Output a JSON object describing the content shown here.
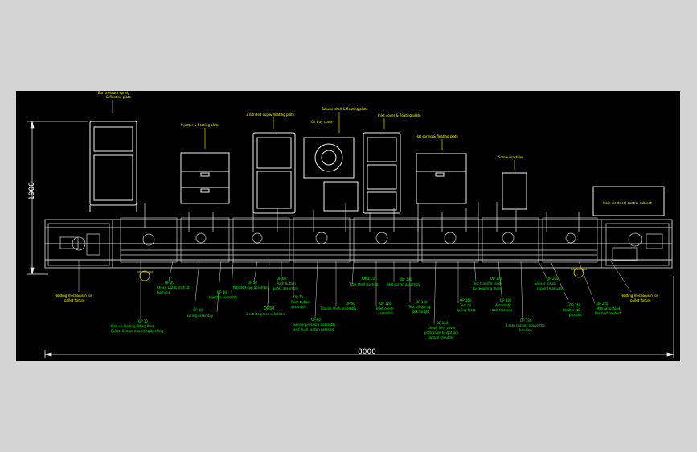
{
  "dimensions": {
    "overall_length": "8000",
    "overall_height": "1900"
  },
  "top_labels": [
    {
      "text": "Ear pressure spring",
      "text2": "& floating plate"
    },
    {
      "text": "Injector & floating plate"
    },
    {
      "text": "3 nitrided cup & floating plate"
    },
    {
      "text": "Tubular shell & floating plate"
    },
    {
      "text": "Oil tray cover"
    },
    {
      "text": "Inlet cover & floating plate"
    },
    {
      "text": "Hat spring & floating plate"
    },
    {
      "text": "Screw machine"
    },
    {
      "text": "Main electrical control cabinet"
    }
  ],
  "bottom_labels": [
    {
      "text": "Holding mechanism for",
      "text2": "pallet fixture"
    },
    {
      "text": "OP 10",
      "text2": "Manual loading fitting Push",
      "text3": "Roller, Sensor mounting bushing"
    },
    {
      "text": "OP 20",
      "text2": "Check L/D branch at",
      "text3": "bushing"
    },
    {
      "text": "OP 30",
      "text2": "Spring assembly"
    },
    {
      "text": "OP 40",
      "text2": "Injector assembly"
    },
    {
      "text": "OP 50",
      "text2": "Nitrided cup assembly"
    },
    {
      "text": "OP50",
      "text2": "3 nitride press selection"
    },
    {
      "text": "OP 60",
      "text2": "Push button",
      "text3": "press assembly"
    },
    {
      "text": "OP 70",
      "text2": "Push button",
      "text3": "assembly"
    },
    {
      "text": "OP 80",
      "text2": "Sensor pressure assembly",
      "text3": "and Push button pressing"
    },
    {
      "text": "OP 90",
      "text2": "Tubular shell assembly"
    },
    {
      "text": "OP110",
      "text2": "Tube shell riveting"
    },
    {
      "text": "OP 120",
      "text2": "Inlet cover",
      "text3": "assembly"
    },
    {
      "text": "OP 130",
      "text2": "Hat spring assembly"
    },
    {
      "text": "OP 140",
      "text2": "Test oil spring",
      "text3": "lock height"
    },
    {
      "text": "OP 150",
      "text2": "Check inlet cover",
      "text3": "protrusion height are",
      "text4": "tongue shoulder"
    },
    {
      "text": "OP 160",
      "text2": "Test oil",
      "text3": "spring force"
    },
    {
      "text": "OP 170",
      "text2": "Test transfer lever",
      "text3": "by requiring lever"
    },
    {
      "text": "OP 180",
      "text2": "Automatic",
      "text3": "bolt fastener"
    },
    {
      "text": "OP 190",
      "text2": "Laser marker above the",
      "text3": "housing"
    },
    {
      "text": "OP 200",
      "text2": "Sensor visual",
      "text3": "repair (manual)"
    },
    {
      "text": "OP 210",
      "text2": "Unfilter NG",
      "text3": "product"
    },
    {
      "text": "OP 220",
      "text2": "Manual unload",
      "text3": "finished product"
    },
    {
      "text": "Holding mechanism for",
      "text2": "pallet fixture"
    }
  ]
}
